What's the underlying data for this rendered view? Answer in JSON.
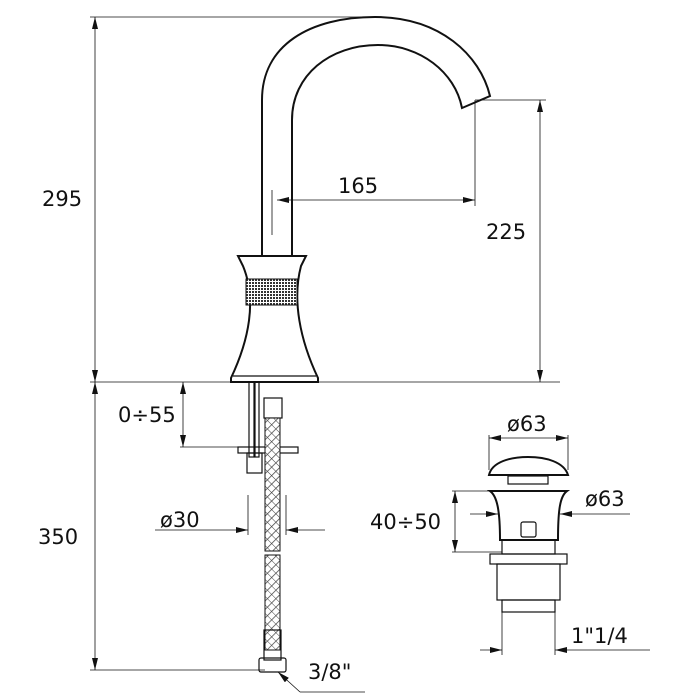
{
  "drawing": {
    "faucet": {
      "height_total": "295",
      "spout_reach": "165",
      "spout_height": "225",
      "deck_thickness": "0÷55",
      "hose_length": "350",
      "hole_diameter": "ø30",
      "hose_thread": "3/8\""
    },
    "drain": {
      "cap_diameter": "ø63",
      "flange_diameter": "ø63",
      "basin_thickness": "40÷50",
      "thread": "1\"1/4"
    },
    "colors": {
      "line": "#111111",
      "background": "#ffffff"
    }
  }
}
